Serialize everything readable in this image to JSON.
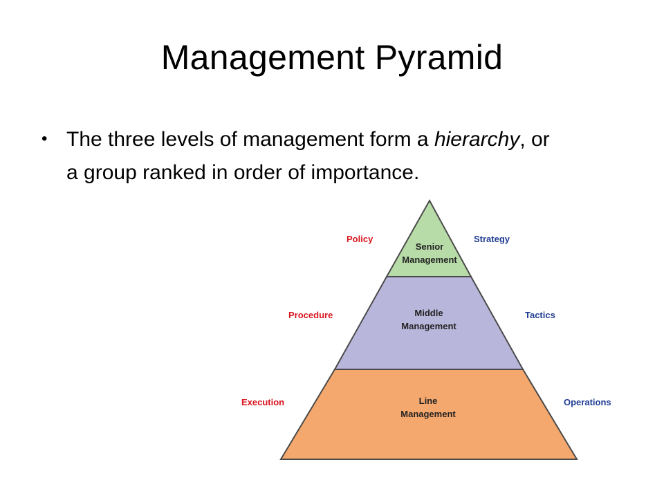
{
  "slide": {
    "title": "Management Pyramid",
    "bullet": {
      "text_before": "The three levels of management form a ",
      "emphasis": "hierarchy",
      "text_after": ", or a group ranked in order of importance."
    }
  },
  "pyramid": {
    "tiers": [
      {
        "line1": "Senior",
        "line2": "Management",
        "left_label": "Policy",
        "right_label": "Strategy",
        "fill": "#b8dca8"
      },
      {
        "line1": "Middle",
        "line2": "Management",
        "left_label": "Procedure",
        "right_label": "Tactics",
        "fill": "#b9b6dc"
      },
      {
        "line1": "Line",
        "line2": "Management",
        "left_label": "Execution",
        "right_label": "Operations",
        "fill": "#f5a86e"
      }
    ],
    "left_label_color": "#d9141e",
    "right_label_color": "#1f3c93",
    "outline_color": "#4a4a4a"
  }
}
